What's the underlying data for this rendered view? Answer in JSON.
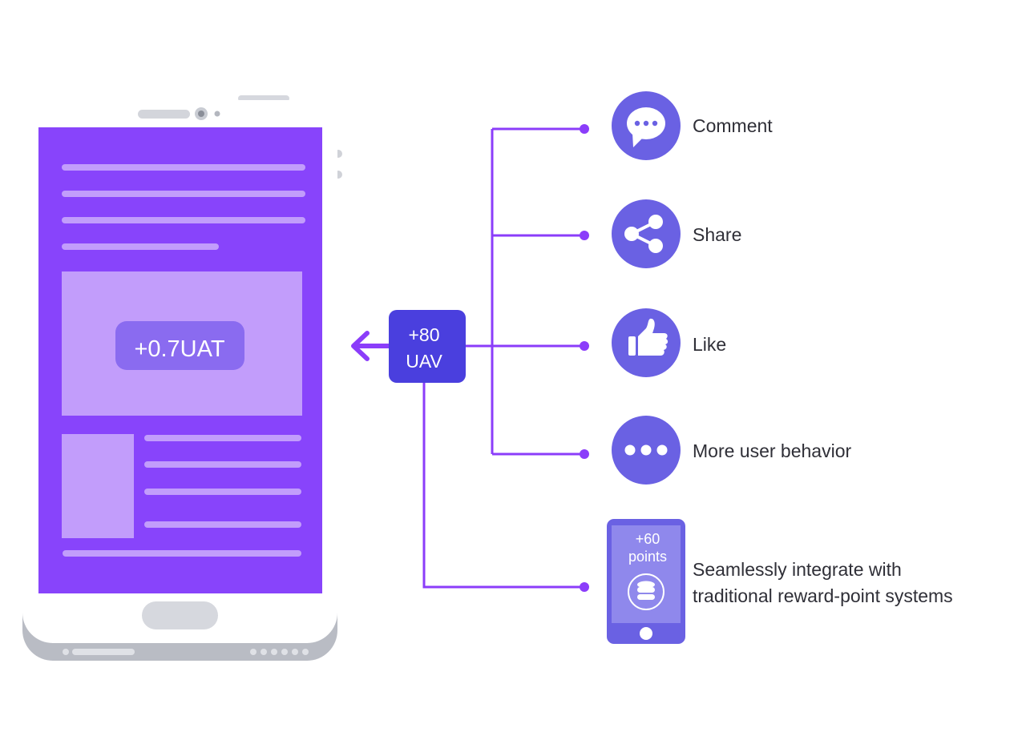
{
  "phone": {
    "reward": "+0.7UAT"
  },
  "uav_box": {
    "line1": "+80",
    "line2": "UAV"
  },
  "behaviors": [
    {
      "icon": "comment-icon",
      "label": "Comment"
    },
    {
      "icon": "share-icon",
      "label": "Share"
    },
    {
      "icon": "like-icon",
      "label": "Like"
    },
    {
      "icon": "more-icon",
      "label": "More user behavior"
    }
  ],
  "points_integration": {
    "amount": "+60",
    "unit": "points",
    "icon": "coin-stack-icon",
    "label_line1": "Seamlessly integrate with",
    "label_line2": "traditional reward-point systems"
  },
  "colors": {
    "phone_screen": "#8844fb",
    "screen_block": "#c29dfb",
    "reward_pill": "#8a6bf0",
    "uav_box": "#4a3fde",
    "connector": "#8b3dfa",
    "icon_circle": "#6a61e3"
  }
}
